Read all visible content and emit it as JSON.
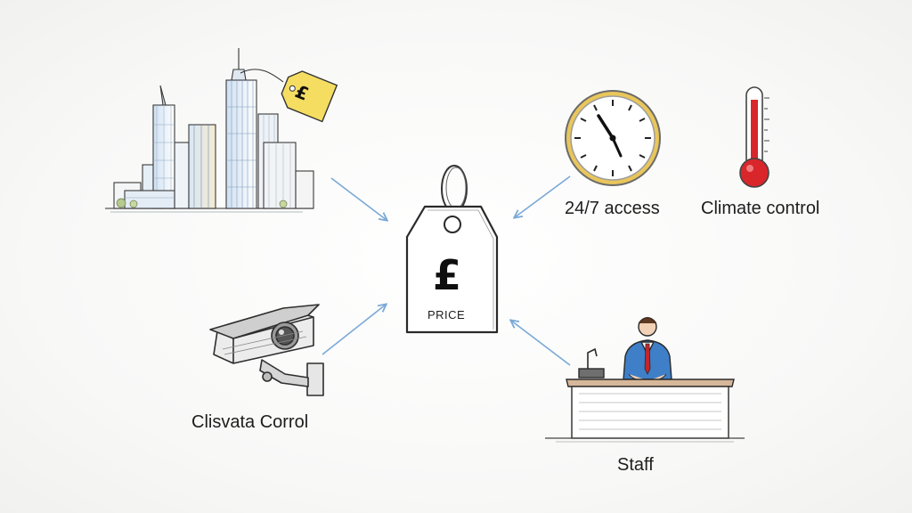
{
  "center": {
    "symbol": "£",
    "label": "PRICE"
  },
  "city": {
    "tag_symbol": "£"
  },
  "labels": {
    "access": "24/7 access",
    "climate": "Climate control",
    "cctv": "Clisvata Corrol",
    "staff": "Staff"
  },
  "colors": {
    "arrow": "#7aa9d6",
    "tag_fill": "#f5dd62",
    "clock_rim": "#e9c65b",
    "thermometer": "#d8262b",
    "staff_suit": "#3f7fc8",
    "staff_tie": "#c4262b",
    "ink": "#2a2a2a"
  },
  "icons": [
    "city-skyline-icon",
    "price-tag-icon",
    "clock-icon",
    "thermometer-icon",
    "cctv-camera-icon",
    "staff-desk-icon"
  ]
}
